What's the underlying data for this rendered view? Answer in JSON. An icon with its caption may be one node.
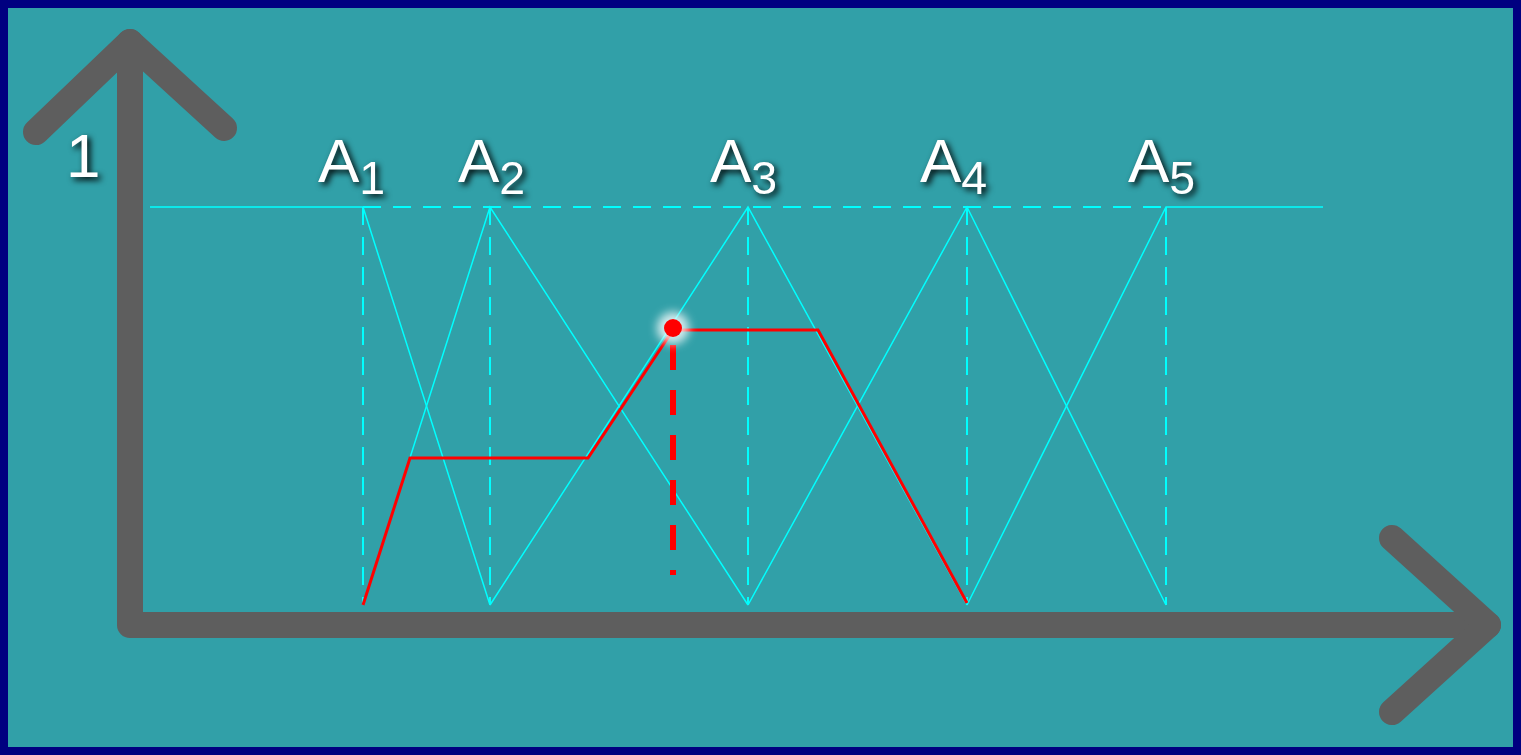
{
  "diagram": {
    "labels": [
      "1",
      "A$_{1}$",
      "A$_{2}$",
      "A$_{3}$",
      "A$_{4}$",
      "A$_{5}$"
    ]
  }
}
